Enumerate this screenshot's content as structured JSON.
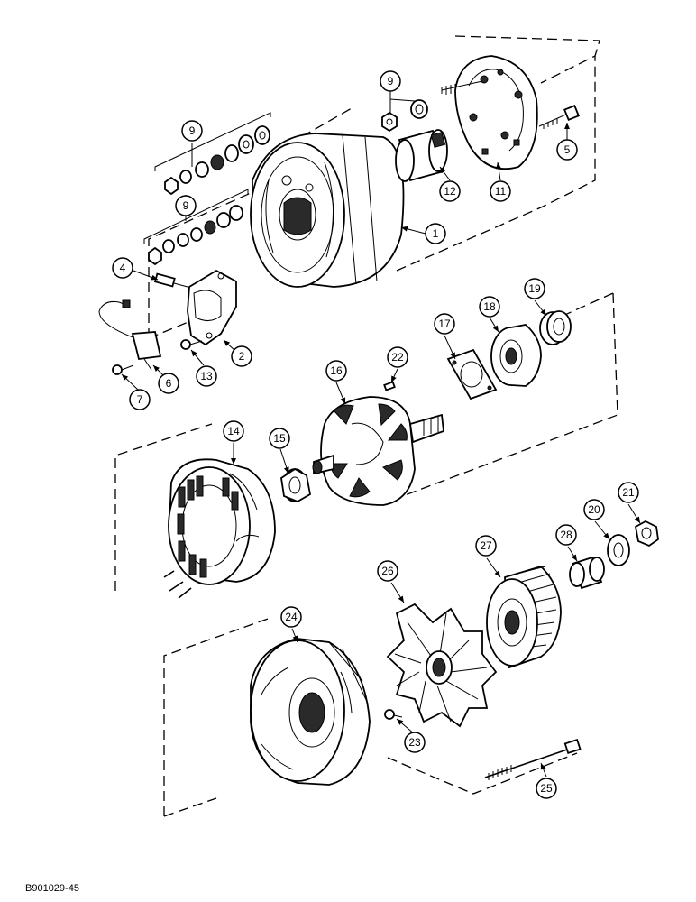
{
  "reference_code": "B901029-45",
  "callouts": [
    "1",
    "2",
    "4",
    "5",
    "6",
    "7",
    "9",
    "9",
    "9",
    "11",
    "12",
    "13",
    "14",
    "15",
    "16",
    "17",
    "18",
    "19",
    "20",
    "21",
    "22",
    "23",
    "24",
    "25",
    "26",
    "27",
    "28"
  ]
}
